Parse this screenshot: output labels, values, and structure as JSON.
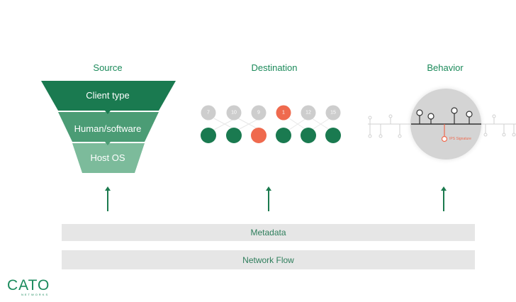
{
  "headings": {
    "source": "Source",
    "destination": "Destination",
    "behavior": "Behavior"
  },
  "funnel": {
    "layers": [
      "Client type",
      "Human/software",
      "Host OS"
    ],
    "colors": [
      "#1a7a50",
      "#4b9c75",
      "#7cbb9b"
    ]
  },
  "destination": {
    "labels": [
      "7",
      "10",
      "9",
      "1",
      "12",
      "15"
    ],
    "highlight_index": 3,
    "colors": {
      "grey": "#cdcdcd",
      "green": "#1a7a50",
      "orange": "#ef6a4e"
    }
  },
  "behavior": {
    "ips_label": "IPS Signature"
  },
  "bars": {
    "metadata": "Metadata",
    "network_flow": "Network Flow"
  },
  "logo": {
    "name": "CATO",
    "sub": "NETWORKS",
    "color": "#1a8a5c"
  }
}
